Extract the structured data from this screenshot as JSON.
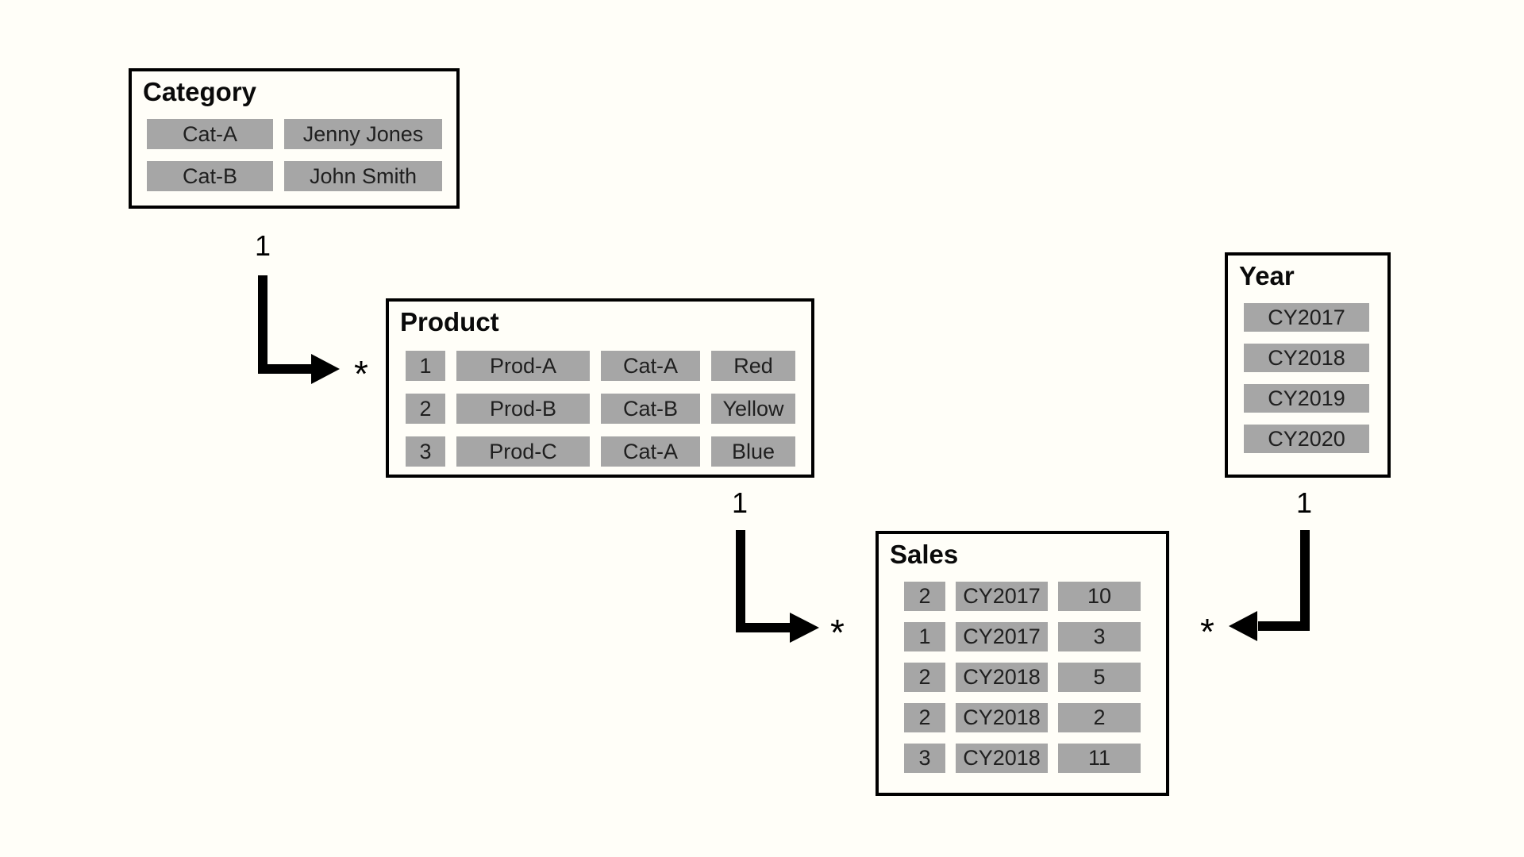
{
  "colors": {
    "background": "#FFFEF8",
    "cell_background": "#A6A6A6",
    "box_border": "#000000",
    "cell_text": "#1F1F1F"
  },
  "tables": {
    "category": {
      "title": "Category",
      "rows": [
        [
          "Cat-A",
          "Jenny Jones"
        ],
        [
          "Cat-B",
          "John Smith"
        ]
      ]
    },
    "product": {
      "title": "Product",
      "rows": [
        [
          "1",
          "Prod-A",
          "Cat-A",
          "Red"
        ],
        [
          "2",
          "Prod-B",
          "Cat-B",
          "Yellow"
        ],
        [
          "3",
          "Prod-C",
          "Cat-A",
          "Blue"
        ]
      ]
    },
    "year": {
      "title": "Year",
      "values": [
        "CY2017",
        "CY2018",
        "CY2019",
        "CY2020"
      ]
    },
    "sales": {
      "title": "Sales",
      "rows": [
        [
          "2",
          "CY2017",
          "10"
        ],
        [
          "1",
          "CY2017",
          "3"
        ],
        [
          "2",
          "CY2018",
          "5"
        ],
        [
          "2",
          "CY2018",
          "2"
        ],
        [
          "3",
          "CY2018",
          "11"
        ]
      ]
    }
  },
  "relationships": [
    {
      "from": "Category",
      "to": "Product",
      "one": "1",
      "many": "*"
    },
    {
      "from": "Product",
      "to": "Sales",
      "one": "1",
      "many": "*"
    },
    {
      "from": "Year",
      "to": "Sales",
      "one": "1",
      "many": "*"
    }
  ]
}
